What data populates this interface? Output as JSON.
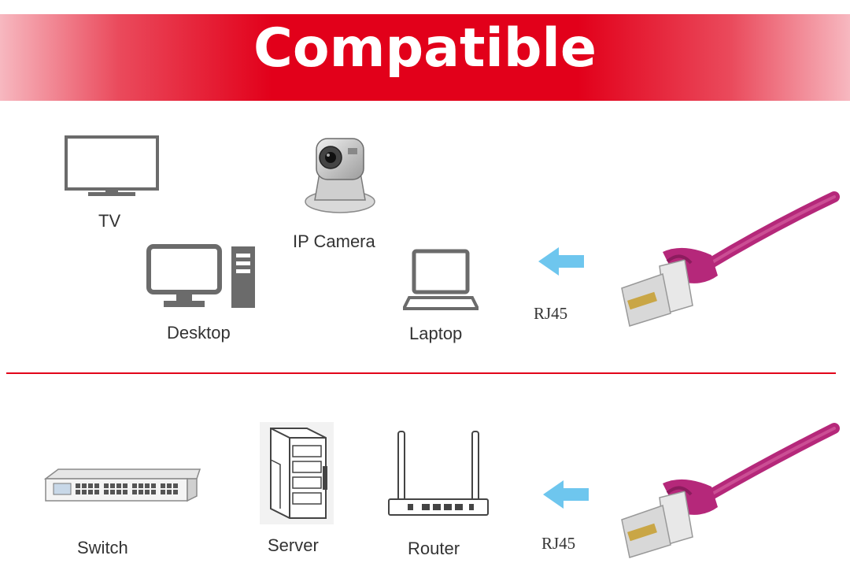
{
  "banner": {
    "title": "Compatible"
  },
  "top_row": {
    "devices": [
      {
        "label": "TV",
        "icon": "tv-icon"
      },
      {
        "label": "IP Camera",
        "icon": "ip-camera-icon"
      },
      {
        "label": "Desktop",
        "icon": "desktop-icon"
      },
      {
        "label": "Laptop",
        "icon": "laptop-icon"
      }
    ],
    "connector_label": "RJ45"
  },
  "bottom_row": {
    "devices": [
      {
        "label": "Switch",
        "icon": "switch-icon"
      },
      {
        "label": "Server",
        "icon": "server-icon"
      },
      {
        "label": "Router",
        "icon": "router-icon"
      }
    ],
    "connector_label": "RJ45"
  },
  "colors": {
    "banner_red": "#e2001a",
    "arrow_blue": "#6ec6ee",
    "cable_magenta": "#b5287a",
    "icon_gray": "#6b6b6b"
  }
}
